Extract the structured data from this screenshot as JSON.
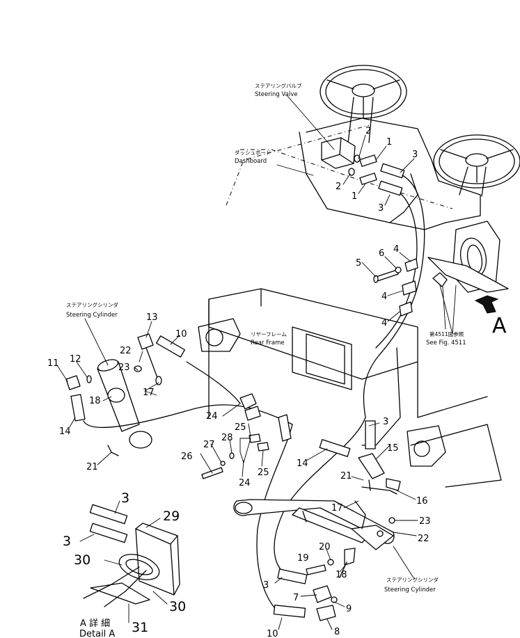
{
  "labels": {
    "steering_valve_jp": "ステアリングバルブ",
    "steering_valve_en": "Steering Valve",
    "dashboard_jp": "ダッシュボード",
    "dashboard_en": "Dashboard",
    "steering_cylinder_jp": "ステアリングシリンダ",
    "steering_cylinder_en": "Steering Cylinder",
    "rear_frame_jp": "リヤーフレーム",
    "rear_frame_en": "Rear Frame",
    "see_fig_jp": "第4511図参照",
    "see_fig_en": "See Fig. 4511",
    "steering_cylinder2_jp": "ステアリングシリンダ",
    "steering_cylinder2_en": "Steering Cylinder",
    "detail_jp": "A 詳 細",
    "detail_en": "Detail A",
    "view_letter": "A"
  },
  "callouts": {
    "c1a": "1",
    "c1b": "1",
    "c2a": "2",
    "c2b": "2",
    "c3a": "3",
    "c3b": "3",
    "c3c": "3",
    "c3d": "3",
    "c4a": "4",
    "c4b": "4",
    "c4c": "4",
    "c5": "5",
    "c6": "6",
    "c7": "7",
    "c8": "8",
    "c9": "9",
    "c10a": "10",
    "c10b": "10",
    "c11": "11",
    "c12": "12",
    "c13": "13",
    "c14a": "14",
    "c14b": "14",
    "c15": "15",
    "c16": "16",
    "c17a": "17",
    "c17b": "17",
    "c18a": "18",
    "c18b": "18",
    "c19": "19",
    "c20": "20",
    "c21a": "21",
    "c21b": "21",
    "c22a": "22",
    "c22b": "22",
    "c23a": "23",
    "c23b": "23",
    "c24a": "24",
    "c24b": "24",
    "c25a": "25",
    "c25b": "25",
    "c26": "26",
    "c27": "27",
    "c28": "28",
    "d3a": "3",
    "d3b": "3",
    "d29": "29",
    "d30a": "30",
    "d30b": "30",
    "d31": "31"
  }
}
